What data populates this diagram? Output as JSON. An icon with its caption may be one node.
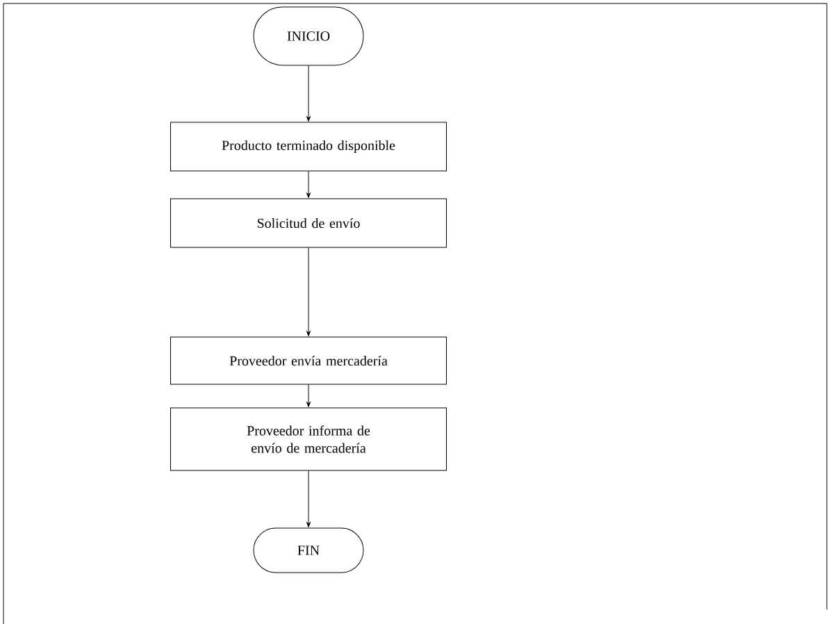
{
  "diagram": {
    "nodes": [
      {
        "text": [
          "INICIO"
        ]
      },
      {
        "text": [
          "Producto terminado disponible"
        ]
      },
      {
        "text": [
          "Solicitud de envío"
        ]
      },
      {
        "text": [
          "Proveedor envía mercadería"
        ]
      },
      {
        "text": [
          "Proveedor informa de envío de mercadería"
        ]
      },
      {
        "text": [
          "FIN"
        ]
      }
    ],
    "edges": [
      {
        "from": 0,
        "to": 1,
        "arrow": "to"
      },
      {
        "from": 1,
        "to": 2,
        "arrow": "to"
      },
      {
        "from": 2,
        "to": 3,
        "arrow": "to"
      },
      {
        "from": 3,
        "to": 4,
        "arrow": "to"
      },
      {
        "from": 4,
        "to": 5,
        "arrow": "to"
      }
    ]
  }
}
